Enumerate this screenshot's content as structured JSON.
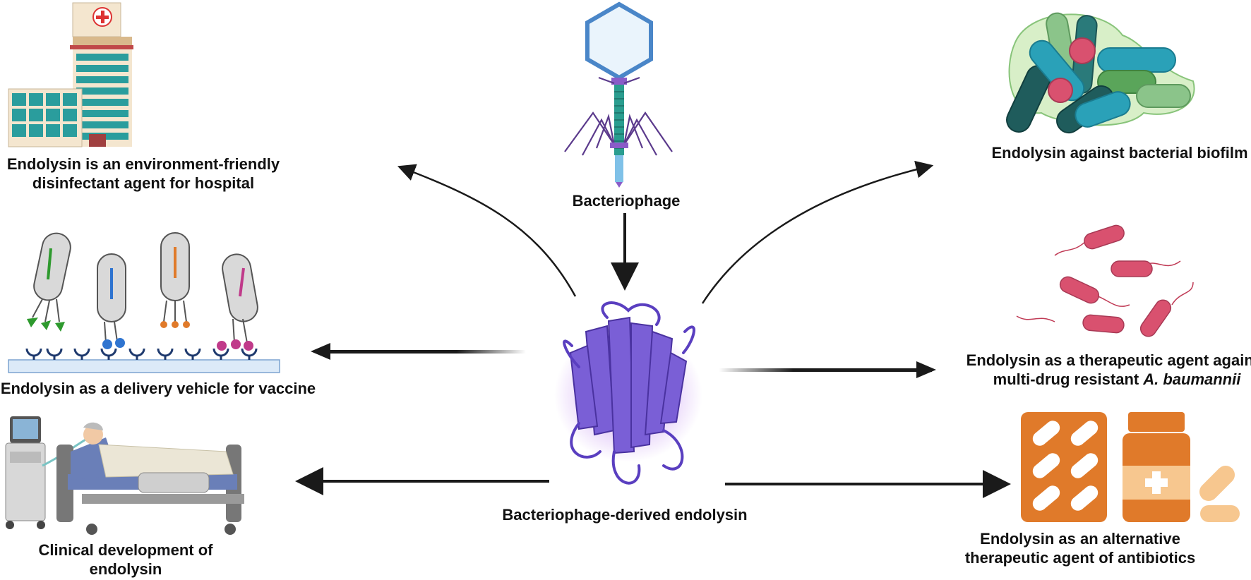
{
  "center": {
    "top_label": "Bacteriophage",
    "bottom_label": "Bacteriophage-derived endolysin"
  },
  "applications": {
    "hospital": {
      "line1": "Endolysin is an environment-friendly",
      "line2": "disinfectant agent for hospital"
    },
    "vaccine": {
      "line1": "Endolysin as a delivery vehicle for vaccine"
    },
    "clinical": {
      "line1": "Clinical development of",
      "line2": "endolysin"
    },
    "biofilm": {
      "line1": "Endolysin against bacterial biofilm"
    },
    "baumannii": {
      "line1": "Endolysin as a therapeutic agent against",
      "line2_prefix": "multi-drug resistant",
      "line2_species": "A. baumannii"
    },
    "antibiotics": {
      "line1": "Endolysin as an alternative",
      "line2": "therapeutic agent of antibiotics"
    }
  },
  "colors": {
    "arrow": "#1a1a1a",
    "phage_head": "#4a86c8",
    "phage_tail": "#2a9d8f",
    "phage_fibers": "#5b3a8c",
    "protein": "#6a4fc4",
    "bacterium_pink": "#d9516f",
    "biofilm_teal": "#1b8fa6",
    "pill_orange": "#e07a2a",
    "hospital_teal": "#2a9d9d"
  },
  "icons": [
    "hospital-icon",
    "bacteriophage-icon",
    "biofilm-icon",
    "vaccine-delivery-icon",
    "endolysin-protein-icon",
    "acinetobacter-bacteria-icon",
    "patient-bed-icon",
    "antibiotic-pills-icon"
  ]
}
